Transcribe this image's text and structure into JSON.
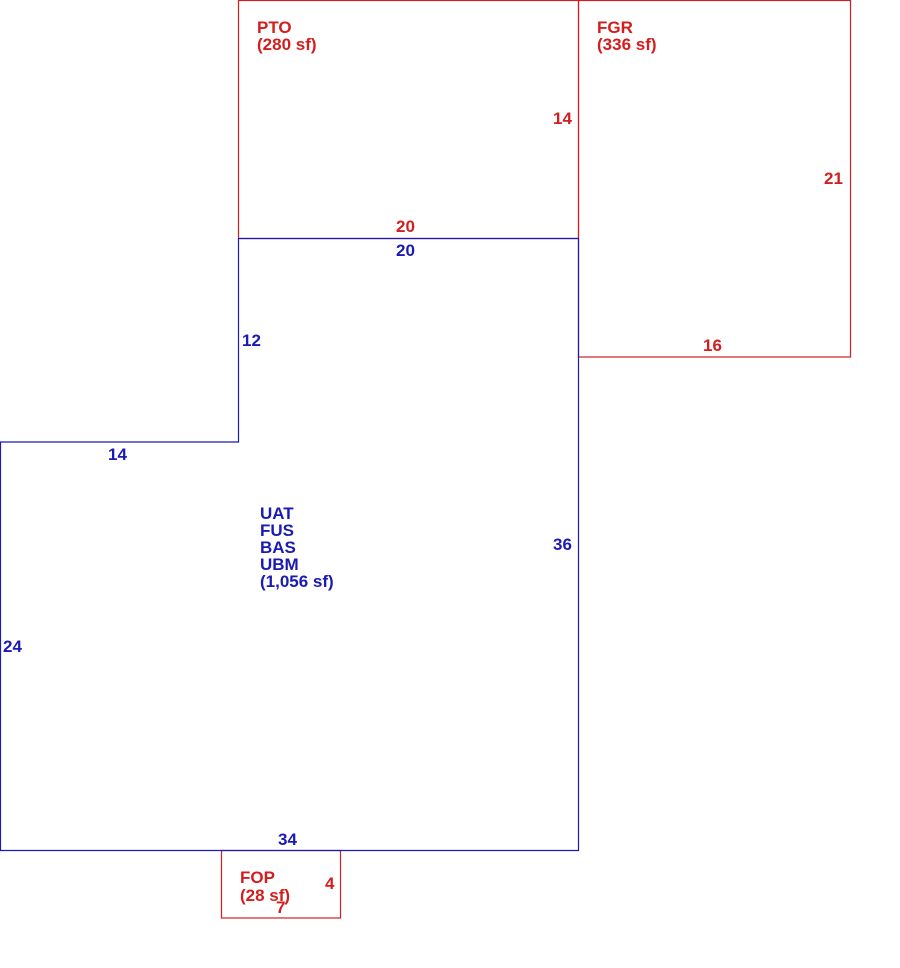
{
  "colors": {
    "main_structure": "#1a1ab4",
    "sub_structure": "#d21e1e",
    "background": "#ffffff"
  },
  "areas": {
    "pto": {
      "code": "PTO",
      "area": "(280 sf)"
    },
    "fgr": {
      "code": "FGR",
      "area": "(336 sf)"
    },
    "fop": {
      "code": "FOP",
      "area": "(28 sf)"
    },
    "main": {
      "codes": [
        "UAT",
        "FUS",
        "BAS",
        "UBM"
      ],
      "area": "(1,056 sf)"
    }
  },
  "dimensions": {
    "pto_side": "14",
    "pto_bottom": "20",
    "fgr_side": "21",
    "fgr_bottom": "16",
    "main_top": "20",
    "main_step_vertical": "12",
    "main_step_horizontal": "14",
    "main_right": "36",
    "main_left": "24",
    "main_bottom": "34",
    "fop_side": "4",
    "fop_bottom": "7"
  }
}
